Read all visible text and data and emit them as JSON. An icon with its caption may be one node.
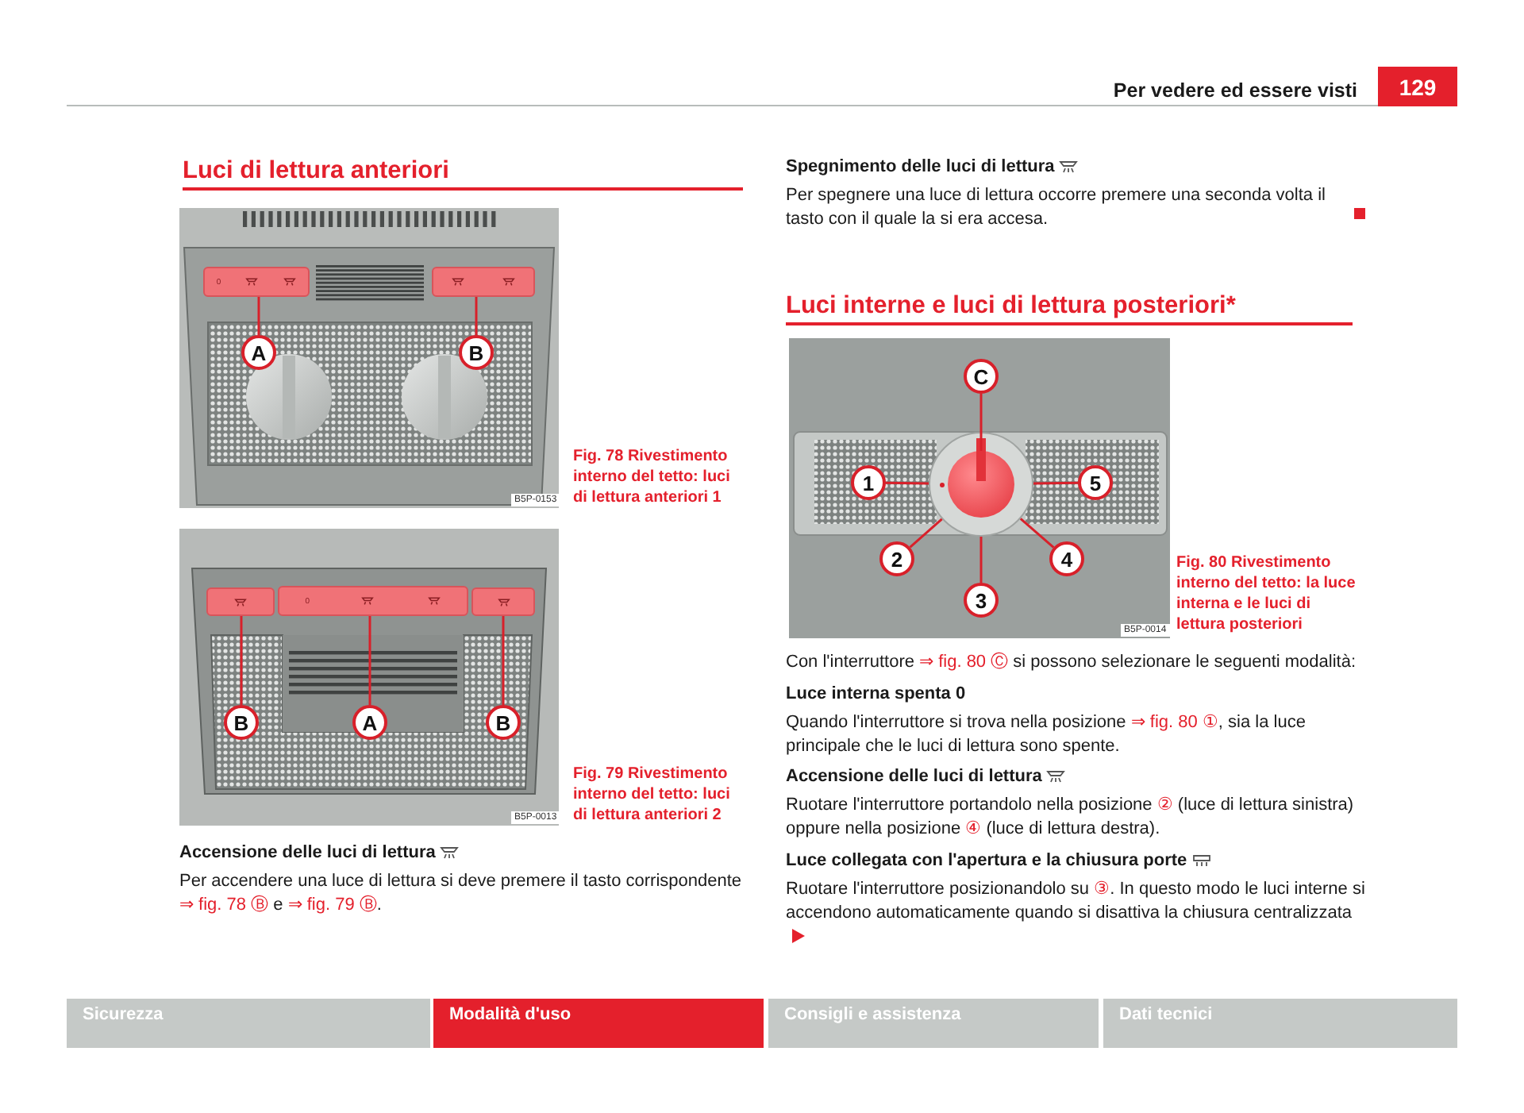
{
  "diagram": {
    "nodes": [
      {
        "text": [
          "0"
        ]
      },
      {
        "text": [],
        "shape": "box"
      },
      {
        "text": [
          "A"
        ]
      },
      {
        "text": [
          "B"
        ]
      },
      {
        "text": [],
        "shape": "box"
      },
      {
        "text": [
          "0"
        ]
      },
      {
        "text": [],
        "shape": "box"
      },
      {
        "text": [
          "B"
        ]
      },
      {
        "text": [
          "A"
        ]
      },
      {
        "text": [
          "B"
        ]
      },
      {
        "text": [
          "C"
        ]
      },
      {
        "text": [],
        "shape": "circle"
      },
      {
        "text": [],
        "shape": "circle",
        "in": 11
      },
      {
        "text": [
          "1"
        ]
      },
      {
        "text": [
          "5"
        ]
      },
      {
        "text": [
          "2"
        ]
      },
      {
        "text": [
          "4"
        ]
      },
      {
        "text": [
          "3"
        ]
      },
      {
        "text": [
          "Sicurezza"
        ]
      },
      {
        "text": [
          "Modalità d'uso"
        ]
      },
      {
        "text": [
          "Consigli e assistenza"
        ]
      },
      {
        "text": [
          "Dati tecnici"
        ]
      }
    ],
    "edges": [
      {
        "from": 2,
        "to": 0,
        "arrow": "none"
      },
      {
        "from": 3,
        "to": 1,
        "arrow": "none"
      },
      {
        "from": 7,
        "to": 4,
        "arrow": "none"
      },
      {
        "from": 8,
        "to": 5,
        "arrow": "none"
      },
      {
        "from": 9,
        "to": 6,
        "arrow": "none"
      },
      {
        "from": 10,
        "to": 12,
        "arrow": "none"
      },
      {
        "from": 13,
        "to": 11,
        "arrow": "none"
      },
      {
        "from": 14,
        "to": 11,
        "arrow": "none"
      },
      {
        "from": 15,
        "to": 11,
        "arrow": "none"
      },
      {
        "from": 16,
        "to": 11,
        "arrow": "none"
      },
      {
        "from": 17,
        "to": 11,
        "arrow": "none"
      }
    ],
    "labels": [
      "129",
      "Per vedere ed essere visti",
      "Luci di lettura anteriori",
      "B5P-0153",
      "Fig. 78 Rivestimento interno del tetto: luci di lettura anteriori 1",
      "B5P-0013",
      "Fig. 79 Rivestimento interno del tetto: luci di lettura anteriori 2",
      "Accensione delle luci di lettura",
      "Per accendere una luce di lettura si deve premere il tasto corrispondente ⇒ fig. 78 Ⓑ e ⇒ fig. 79 Ⓑ.",
      "Spegnimento delle luci di lettura",
      "Per spegnere una luce di lettura occorre premere una seconda volta il tasto con il quale la si era accesa.",
      "Luci interne e luci di lettura posteriori*",
      "B5P-0014",
      "Fig. 80 Rivestimento interno del tetto: la luce interna e le luci di lettura posteriori",
      "Con l'interruttore ⇒ fig. 80 Ⓒ si possono selezionare le seguenti modalità:",
      "Luce interna spenta 0",
      "Quando l'interruttore si trova nella posizione ⇒ fig. 80 ①, sia la luce principale che le luci di lettura sono spente.",
      "Accensione delle luci di lettura",
      "Ruotare l'interruttore portandolo nella posizione ② (luce di lettura sinistra) oppure nella posizione ④ (luce di lettura destra).",
      "Luce collegata con l'apertura e la chiusura porte",
      "Ruotare l'interruttore posizionandolo su ③. In questo modo le luci interne si accendono automaticamente quando si disattiva la chiusura centralizzata"
    ]
  }
}
